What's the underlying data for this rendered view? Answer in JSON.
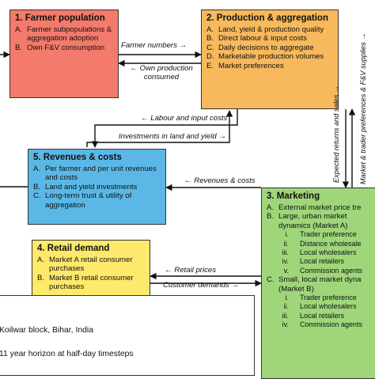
{
  "farmer_population": {
    "title": "1. Farmer population",
    "items": [
      {
        "marker": "A.",
        "text": "Farmer subpopulations & aggregation adoption"
      },
      {
        "marker": "B.",
        "text": "Own F&V consumption"
      }
    ]
  },
  "production_aggregation": {
    "title": "2. Production & aggregation",
    "items": [
      {
        "marker": "A.",
        "text": "Land, yield & production quality"
      },
      {
        "marker": "B.",
        "text": "Direct labour & input costs"
      },
      {
        "marker": "C.",
        "text": "Daily decisions to aggregate"
      },
      {
        "marker": "D.",
        "text": "Marketable production volumes"
      },
      {
        "marker": "E.",
        "text": "Market preferences"
      }
    ]
  },
  "revenues_costs": {
    "title": "5. Revenues & costs",
    "items": [
      {
        "marker": "A.",
        "text": "Per farmer and per unit revenues and costs"
      },
      {
        "marker": "B.",
        "text": "Land and yield investments"
      },
      {
        "marker": "C.",
        "text": "Long-term trust & utility of aggregation"
      }
    ]
  },
  "retail_demand": {
    "title": "4. Retail demand",
    "items": [
      {
        "marker": "A.",
        "text": "Market A retail consumer purchases"
      },
      {
        "marker": "B.",
        "text": "Market B retail consumer purchases"
      }
    ]
  },
  "marketing": {
    "title": "3. Marketing",
    "items": [
      {
        "marker": "A.",
        "text": "External market price tre"
      },
      {
        "marker": "B.",
        "text": "Large, urban market dynamics (Market A)"
      },
      {
        "marker": "C.",
        "text": "Small, local market dyna (Market B)"
      }
    ],
    "market_a_subitems": [
      {
        "marker": "i.",
        "text": "Trader preference"
      },
      {
        "marker": "ii.",
        "text": "Distance wholesale"
      },
      {
        "marker": "iii.",
        "text": "Local wholesalers"
      },
      {
        "marker": "iv.",
        "text": "Local retailers"
      },
      {
        "marker": "v.",
        "text": "Commission agents"
      }
    ],
    "market_b_subitems": [
      {
        "marker": "i.",
        "text": "Trader preference"
      },
      {
        "marker": "ii.",
        "text": "Local wholesalers"
      },
      {
        "marker": "iii.",
        "text": "Local retailers"
      },
      {
        "marker": "iv.",
        "text": "Commission agents"
      }
    ]
  },
  "flow_labels": {
    "farmer_numbers": "Farmer numbers →",
    "own_production": "← Own production consumed",
    "labour_input": "← Labour and input costs",
    "investments": "Investments in land and yield →",
    "market_trader": "Market & trader preferences & F&V supplies →",
    "expected_returns": "Expected returns and sales →",
    "revenues_costs": "← Revenues & costs",
    "retail_prices": "← Retail prices",
    "customer_demands": "Customer demands →"
  },
  "region": {
    "location": "Koilwar block, Bihar, India",
    "horizon": "11 year horizon at half-day timesteps"
  },
  "colors": {
    "farmer_population": "#f47a6b",
    "production_aggregation": "#f7b95c",
    "revenues_costs": "#5bb8e6",
    "retail_demand": "#fde96a",
    "marketing": "#9fd67a"
  }
}
